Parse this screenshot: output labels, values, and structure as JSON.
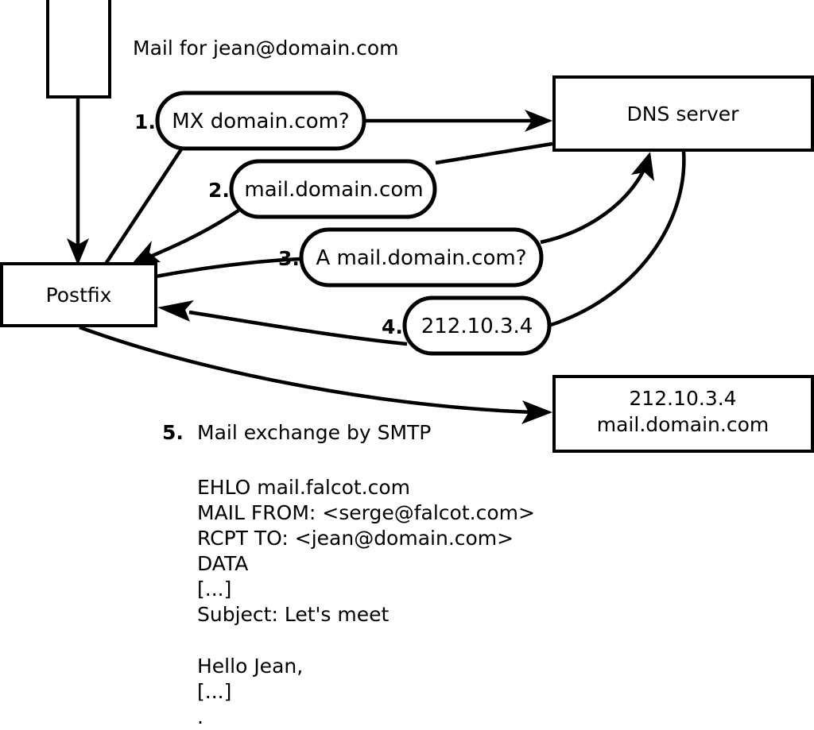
{
  "diagram": {
    "title_label": "Mail for jean@domain.com",
    "nodes": {
      "client": {
        "label": ""
      },
      "postfix": {
        "label": "Postfix"
      },
      "dns": {
        "label": "DNS server"
      },
      "target": {
        "line1": "212.10.3.4",
        "line2": "mail.domain.com"
      }
    },
    "steps": [
      {
        "number": "1.",
        "text": "MX domain.com?"
      },
      {
        "number": "2.",
        "text": "mail.domain.com"
      },
      {
        "number": "3.",
        "text": "A mail.domain.com?"
      },
      {
        "number": "4.",
        "text": "212.10.3.4"
      }
    ],
    "step5": {
      "number": "5.",
      "text": "Mail exchange by SMTP"
    },
    "smtp_transcript": [
      "EHLO mail.falcot.com",
      "MAIL FROM: <serge@falcot.com>",
      "RCPT TO: <jean@domain.com>",
      "DATA",
      "[...]",
      "Subject: Let's meet",
      "",
      "Hello Jean,",
      "[...]",
      "."
    ],
    "colors": {
      "stroke": "#000000",
      "fill": "#ffffff",
      "text": "#000000"
    }
  }
}
